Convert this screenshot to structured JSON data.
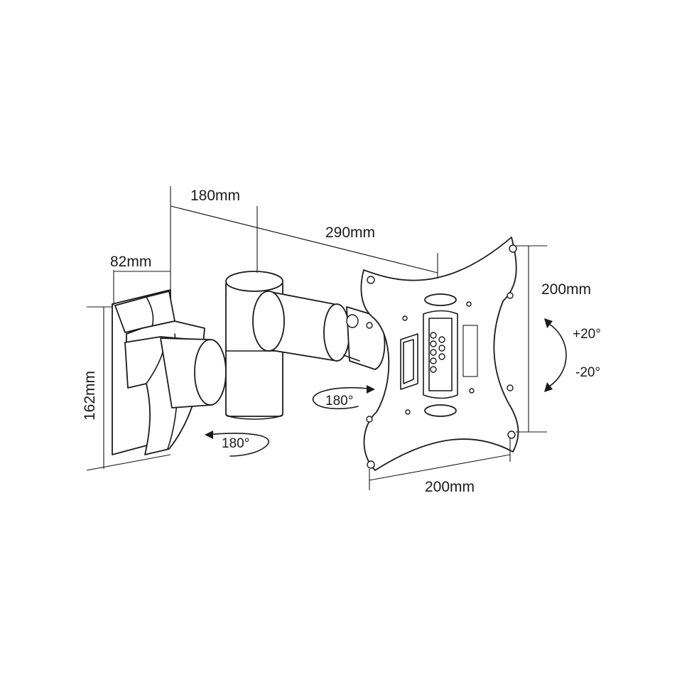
{
  "dimensions": {
    "depth_wall_plate": "82mm",
    "arm_segment": "180mm",
    "arm_extension": "290mm",
    "wall_plate_height": "162mm",
    "vesa_height": "200mm",
    "vesa_width": "200mm"
  },
  "rotations": {
    "wall_swivel": "180°",
    "head_swivel": "180°",
    "tilt_up": "+20°",
    "tilt_down": "-20°"
  }
}
